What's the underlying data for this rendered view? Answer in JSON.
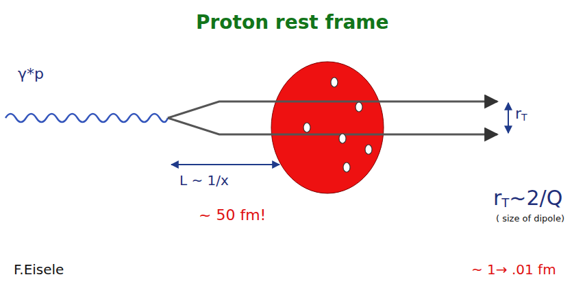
{
  "diagram": {
    "title": "Proton rest frame",
    "labels": [
      "γ*p",
      "L ~ 1/x",
      "~ 50 fm!",
      "r",
      "T",
      "r",
      "T",
      "~2/Q",
      "( size of dipole)",
      "F.Eisele",
      "~ 1→ .01 fm"
    ]
  }
}
